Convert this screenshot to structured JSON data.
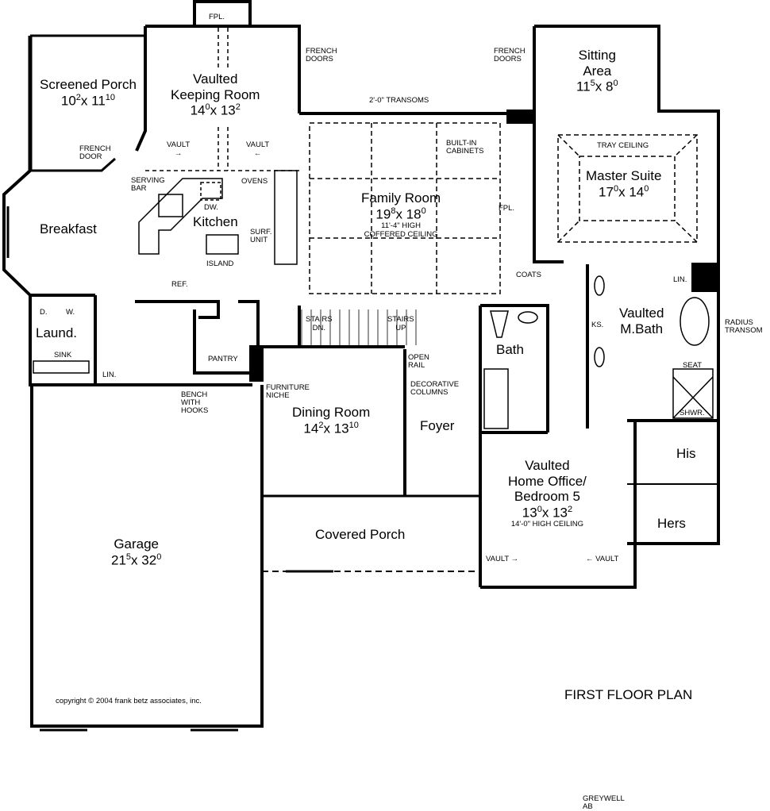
{
  "plan_title": "FIRST FLOOR PLAN",
  "plan_name": "GREYWELL",
  "plan_code": "AB",
  "copyright": "copyright © 2004 frank betz associates, inc.",
  "rooms": {
    "screened_porch": {
      "name": "Screened Porch",
      "a": "10",
      "as": "2",
      "b": "11",
      "bs": "10"
    },
    "keeping_room": {
      "name1": "Vaulted",
      "name2": "Keeping Room",
      "a": "14",
      "as": "0",
      "b": "13",
      "bs": "2"
    },
    "breakfast": {
      "name": "Breakfast"
    },
    "kitchen": {
      "name": "Kitchen"
    },
    "family_room": {
      "name": "Family Room",
      "a": "19",
      "as": "8",
      "b": "18",
      "bs": "0",
      "note1": "11'-4\" HIGH",
      "note2": "COFFERED CEILING"
    },
    "sitting_area": {
      "name1": "Sitting",
      "name2": "Area",
      "a": "11",
      "as": "5",
      "b": "8",
      "bs": "0"
    },
    "master_suite": {
      "name": "Master Suite",
      "a": "17",
      "as": "0",
      "b": "14",
      "bs": "0",
      "note": "TRAY CEILING"
    },
    "laundry": {
      "name": "Laund."
    },
    "dining_room": {
      "name": "Dining Room",
      "a": "14",
      "as": "2",
      "b": "13",
      "bs": "10"
    },
    "foyer": {
      "name": "Foyer"
    },
    "bath": {
      "name": "Bath"
    },
    "master_bath": {
      "name1": "Vaulted",
      "name2": "M.Bath"
    },
    "his": {
      "name": "His"
    },
    "hers": {
      "name": "Hers"
    },
    "home_office": {
      "name1": "Vaulted",
      "name2": "Home Office/",
      "name3": "Bedroom 5",
      "a": "13",
      "as": "0",
      "b": "13",
      "bs": "2",
      "note": "14'-0\" HIGH CEILING"
    },
    "covered_porch": {
      "name": "Covered Porch"
    },
    "garage": {
      "name": "Garage",
      "a": "21",
      "as": "5",
      "b": "32",
      "bs": "0"
    }
  },
  "notes": {
    "fpl": "FPL.",
    "french_doors": "FRENCH DOORS",
    "french_door": "FRENCH DOOR",
    "vault": "VAULT",
    "serving_bar": "SERVING BAR",
    "dw": "DW.",
    "ovens": "OVENS",
    "surf_unit": "SURF. UNIT",
    "island": "ISLAND",
    "transoms": "2'-0\" TRANSOMS",
    "built_in": "BUILT-IN CABINETS",
    "coats": "COATS",
    "lin": "LIN.",
    "ref": "REF.",
    "d": "D.",
    "w": "W.",
    "sink": "SINK",
    "pantry": "PANTRY",
    "bench": "BENCH WITH HOOKS",
    "stairs": "STAIRS",
    "dn": "DN.",
    "up": "UP",
    "open_rail": "OPEN RAIL",
    "furniture_niche": "FURNITURE NICHE",
    "decorative_columns": "DECORATIVE COLUMNS",
    "ks": "KS.",
    "radius_transom": "RADIUS TRANSOM",
    "seat": "SEAT",
    "shwr": "SHWR."
  }
}
